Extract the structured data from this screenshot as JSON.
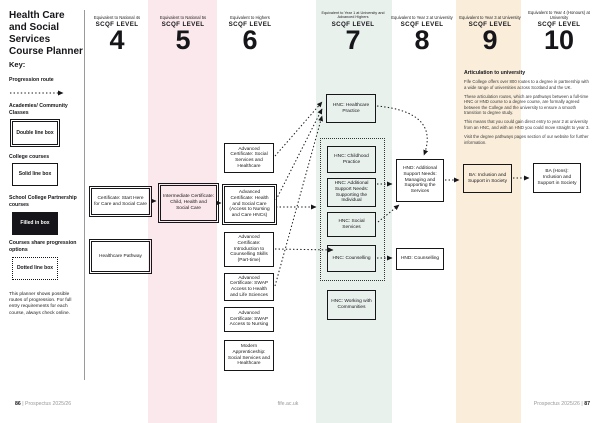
{
  "page": {
    "title": "Health Care and Social Services Course Planner",
    "separator": "|",
    "footer_left": {
      "page": "86",
      "label": "Prospectus 2025/26"
    },
    "footer_center": "fife.ac.uk",
    "footer_right": {
      "label": "Prospectus 2025/26",
      "page": "87"
    }
  },
  "colors": {
    "pink": "#fbe8ec",
    "mint": "#e9f1ed",
    "cream": "#faeedb",
    "ink": "#16161a"
  },
  "key": {
    "heading": "Key:",
    "progression_route_label": "Progression route",
    "items": [
      {
        "label": "Academies/ Community Classes",
        "box_text": "Double line box",
        "style": "double"
      },
      {
        "label": "College courses",
        "box_text": "Solid line box",
        "style": "solid"
      },
      {
        "label": "School College Partnership courses",
        "box_text": "Filled in box",
        "style": "filled"
      },
      {
        "label": "Courses share progression options",
        "box_text": "Dotted line box",
        "style": "dotted"
      }
    ],
    "note": "This planner shows possible routes of progression. For full entry requirements for each course, always check online."
  },
  "header": {
    "scqf_label": "SCQF LEVEL"
  },
  "columns": [
    {
      "equivalent": "Equivalent to National 4s",
      "level": "4"
    },
    {
      "equivalent": "Equivalent to National 5s",
      "level": "5"
    },
    {
      "equivalent": "Equivalent to Highers",
      "level": "6"
    },
    {
      "equivalent": "Equivalent to Year 1 at University and Advanced Highers",
      "level": "7"
    },
    {
      "equivalent": "Equivalent to Year 2 at University",
      "level": "8"
    },
    {
      "equivalent": "Equivalent to Year 3 at University",
      "level": "9"
    },
    {
      "equivalent": "Equivalent to Year 4 (Honours) at University",
      "level": "10"
    }
  ],
  "courses": {
    "cert_start": "Certificate: Start Here for Care and Social Care",
    "healthcare_pathway": "Healthcare Pathway",
    "intermediate_child_health": "Intermediate Certificate: Child, Health and Social Care",
    "adv_social_services": "Advanced Certificate: Social Services and Healthcare",
    "adv_health_social_care": "Advanced Certificate: Health and Social Care (Access to Nursing and Care HNCs)",
    "adv_counselling_skills": "Advanced Certificate: Introduction to Counselling Skills (Part-time)",
    "adv_swap_health_life": "Advanced Certificate: SWAP Access to Health and Life Sciences",
    "adv_swap_nursing": "Advanced Certificate: SWAP Access to Nursing",
    "modern_apprenticeship": "Modern Apprenticeship: Social Services and Healthcare",
    "hnc_healthcare_practice": "HNC: Healthcare Practice",
    "hnc_childhood_practice": "HNC: Childhood Practice",
    "hnc_additional_support_needs": "HNC: Additional Support Needs: Supporting the Individual",
    "hnc_social_services": "HNC: Social Services",
    "hnc_counselling": "HNC: Counselling",
    "hnc_working_communities": "HNC: Working with Communities",
    "hnd_additional_support_needs": "HND: Additional Support Needs: Managing and Supporting the Services",
    "hnd_counselling": "HND: Counselling",
    "ba_inclusion": "BA: Inclusion and Support in Society",
    "ba_hons_inclusion": "BA (Hons): Inclusion and Support in Society"
  },
  "articulation": {
    "heading": "Articulation to university",
    "paragraphs": [
      "Fife College offers over 800 routes to a degree in partnership with a wide range of universities across Scotland and the UK.",
      "These articulation routes, which are pathways between a full-time HNC or HND course to a degree course, are formally agreed between the College and the university to ensure a smooth transition to degree study.",
      "This means that you could gain direct entry to year 2 at university from an HNC, and with an HND you could move straight to year 3.",
      "Visit the degree pathways pages section of our website for further information."
    ]
  },
  "connections": [
    {
      "from": "cert_start",
      "to": "intermediate_child_health"
    },
    {
      "from": "intermediate_child_health",
      "to": "adv_health_social_care"
    },
    {
      "from": "adv_social_services",
      "to": "hnc_healthcare_practice"
    },
    {
      "from": "adv_health_social_care",
      "to": "hnc_healthcare_practice"
    },
    {
      "from": "adv_swap_health_life",
      "to": "hnc_healthcare_practice"
    },
    {
      "from": "adv_health_social_care",
      "to": "shared_progression_group"
    },
    {
      "from": "adv_counselling_skills",
      "to": "hnc_counselling"
    },
    {
      "from": "hnc_healthcare_practice",
      "to": "hnd_additional_support_needs"
    },
    {
      "from": "hnc_additional_support_needs",
      "to": "hnd_additional_support_needs"
    },
    {
      "from": "hnc_social_services",
      "to": "hnd_additional_support_needs"
    },
    {
      "from": "hnc_counselling",
      "to": "hnd_counselling"
    },
    {
      "from": "hnd_additional_support_needs",
      "to": "ba_inclusion"
    },
    {
      "from": "ba_inclusion",
      "to": "ba_hons_inclusion"
    }
  ]
}
